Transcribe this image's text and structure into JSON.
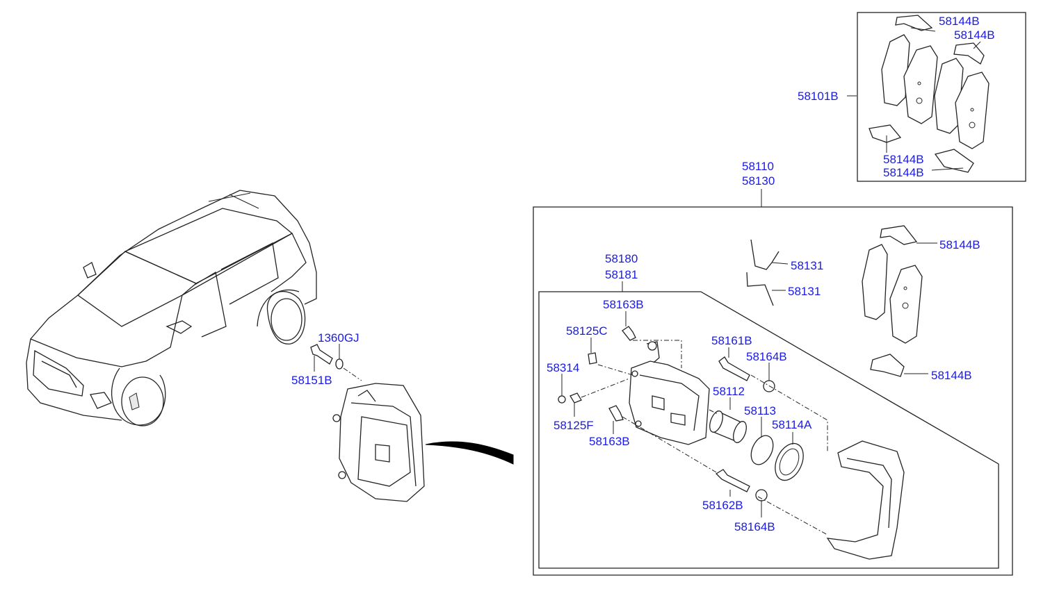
{
  "labels": {
    "p58144B_1": "58144B",
    "p58144B_2": "58144B",
    "p58101B": "58101B",
    "p58144B_3": "58144B",
    "p58144B_4": "58144B",
    "p58110": "58110",
    "p58130": "58130",
    "p58180": "58180",
    "p58181": "58181",
    "p58131_1": "58131",
    "p58131_2": "58131",
    "p58144B_5": "58144B",
    "p58144B_6": "58144B",
    "p58163B_1": "58163B",
    "p58125C": "58125C",
    "p58161B": "58161B",
    "p58164B_1": "58164B",
    "p58314": "58314",
    "p58112": "58112",
    "p58113": "58113",
    "p58114A": "58114A",
    "p58125F": "58125F",
    "p58163B_2": "58163B",
    "p58162B": "58162B",
    "p58164B_2": "58164B",
    "p1360GJ": "1360GJ",
    "p58151B": "58151B"
  },
  "colors": {
    "label": "#1a1ae6",
    "line": "#222222"
  }
}
